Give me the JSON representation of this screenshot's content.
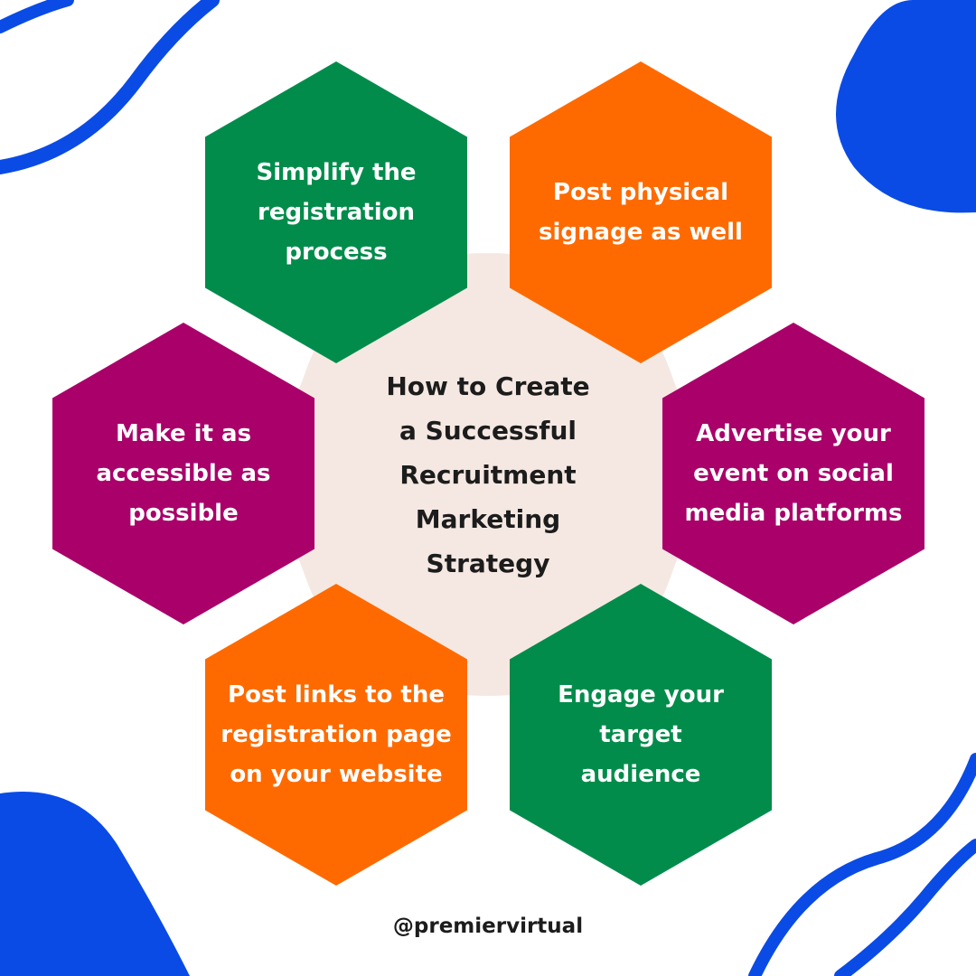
{
  "title": "How to Create\na Successful\nRecruitment\nMarketing\nStrategy",
  "handle": "@premiervirtual",
  "colors": {
    "green": "#028c4b",
    "orange": "#fe6a00",
    "magenta": "#a9006a",
    "blue": "#0a4be6",
    "center_bg": "#f5e8e2",
    "text_dark": "#1c1c1c"
  },
  "tips": [
    {
      "text": "Simplify the\nregistration process",
      "color": "#028c4b"
    },
    {
      "text": "Post physical\nsignage as well",
      "color": "#fe6a00"
    },
    {
      "text": "Make it as\naccessible as\npossible",
      "color": "#a9006a"
    },
    {
      "text": "Advertise your\nevent on social\nmedia platforms",
      "color": "#a9006a"
    },
    {
      "text": "Post links to the\nregistration page\non your website",
      "color": "#fe6a00"
    },
    {
      "text": "Engage your target\naudience",
      "color": "#028c4b"
    }
  ]
}
